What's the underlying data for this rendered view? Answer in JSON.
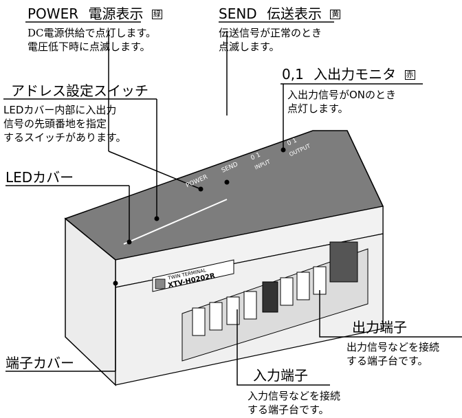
{
  "power": {
    "label": "POWER",
    "jp": "電源表示",
    "color_mark": "緑",
    "desc": [
      "DC電源供給で点灯します。",
      "電圧低下時に点滅します。"
    ]
  },
  "send": {
    "label": "SEND",
    "jp": "伝送表示",
    "color_mark": "黄",
    "desc": [
      "伝送信号が正常のとき",
      "点滅します。"
    ]
  },
  "io_monitor": {
    "label": "0,1",
    "jp": "入出力モニタ",
    "color_mark": "赤",
    "desc": [
      "入出力信号がONのとき",
      "点灯します。"
    ]
  },
  "address_switch": {
    "title": "アドレス設定スイッチ",
    "desc": [
      "LEDカバー内部に入出力",
      "信号の先頭番地を指定",
      "するスイッチがあります。"
    ]
  },
  "led_cover": {
    "title": "LEDカバー"
  },
  "terminal_cover": {
    "title": "端子カバー"
  },
  "output_terminal": {
    "title": "出力端子",
    "desc": [
      "出力信号などを接続",
      "する端子台です。"
    ]
  },
  "input_terminal": {
    "title": "入力端子",
    "desc": [
      "入力信号などを接続",
      "する端子台です。"
    ]
  },
  "device": {
    "panel_power": "POWER",
    "panel_send": "SEND",
    "input_digits": "0  1",
    "input_label": "INPUT",
    "output_digits": "0  1",
    "output_label": "OUTPUT",
    "brand": "TWIN TERMINAL",
    "model": "XTV-H0202R"
  }
}
